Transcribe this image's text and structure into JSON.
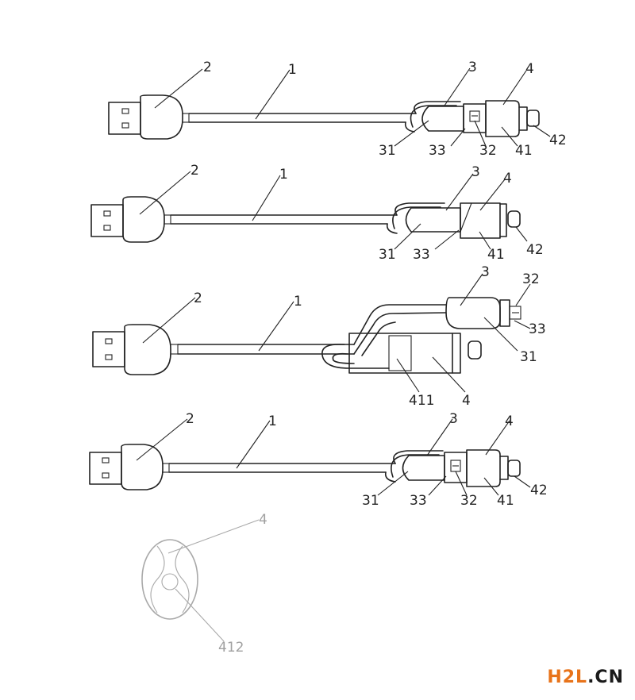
{
  "figure_1": {
    "labels": {
      "cable": "1",
      "usb_head": "2",
      "adapter": "3",
      "converter": "4",
      "adapter_body": "31",
      "micro_port": "32",
      "connector": "33",
      "converter_body": "41",
      "lightning_tip": "42"
    }
  },
  "figure_2": {
    "labels": {
      "cable": "1",
      "usb_head": "2",
      "adapter": "3",
      "converter": "4",
      "adapter_body": "31",
      "connector": "33",
      "converter_body": "41",
      "lightning_tip": "42"
    }
  },
  "figure_3": {
    "labels": {
      "cable": "1",
      "usb_head": "2",
      "adapter": "3",
      "micro_port": "32",
      "connector": "33",
      "adapter_body": "31",
      "slot": "411",
      "converter": "4"
    }
  },
  "figure_4": {
    "labels": {
      "cable": "1",
      "usb_head": "2",
      "adapter": "3",
      "converter": "4",
      "adapter_body": "31",
      "connector": "33",
      "micro_port": "32",
      "converter_body": "41",
      "lightning_tip": "42"
    }
  },
  "figure_5": {
    "labels": {
      "converter": "4",
      "hole": "412"
    }
  },
  "watermark": {
    "prefix": "H2L",
    "suffix": ".CN"
  },
  "colors": {
    "line": "#222222",
    "faint": "#a9a9a9",
    "watermark_orange": "#e8731a",
    "watermark_dark": "#1a1a1a"
  }
}
